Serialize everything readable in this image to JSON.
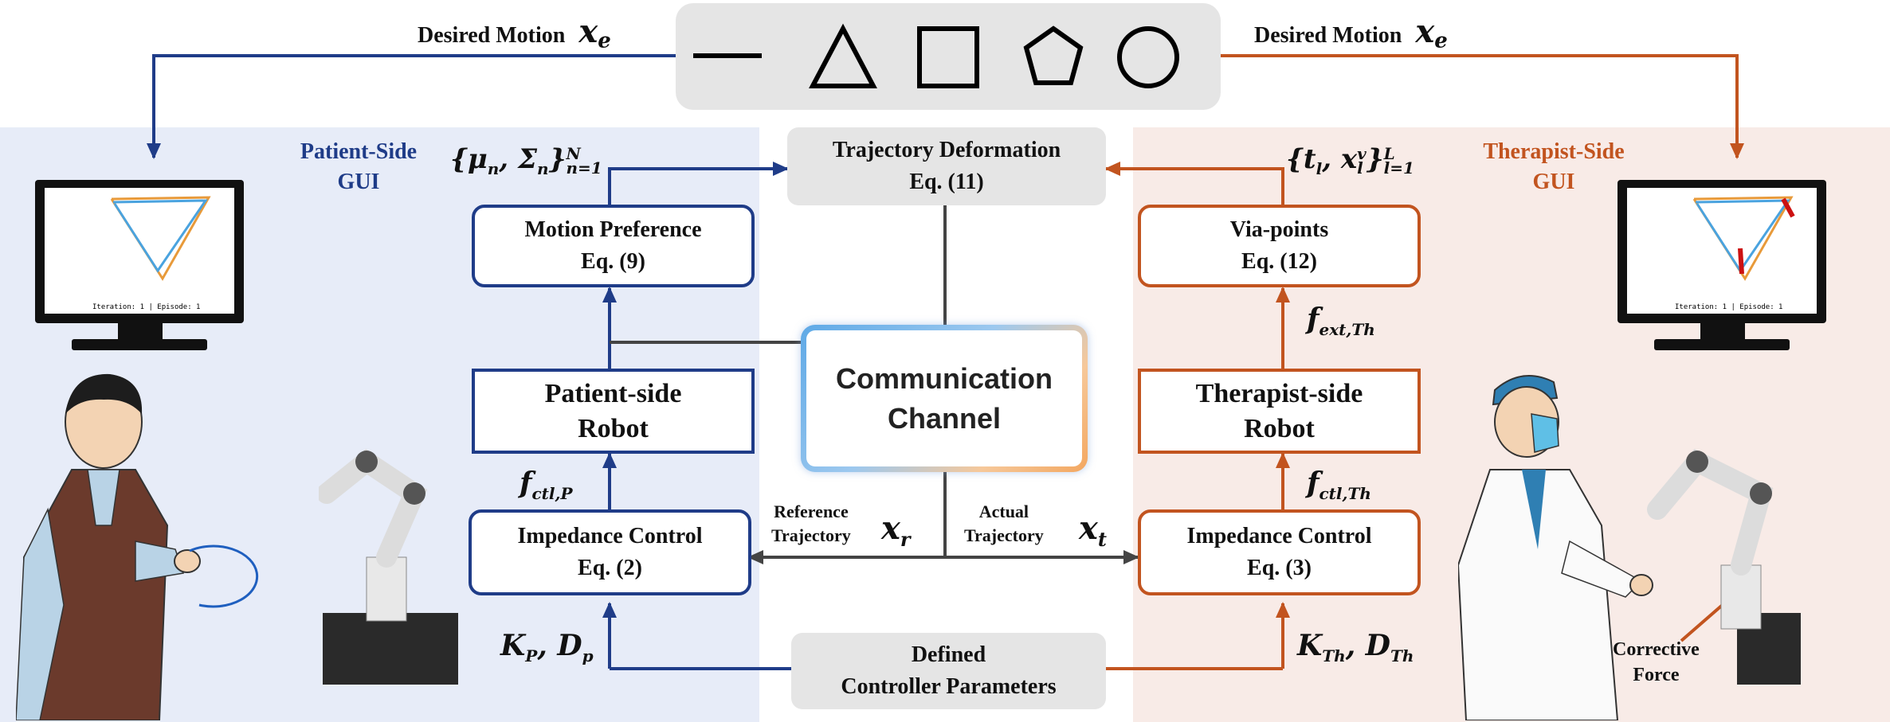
{
  "top": {
    "desired_motion_left": "Desired Motion",
    "desired_motion_right": "Desired Motion",
    "xe_symbol": "x",
    "xe_sub": "e",
    "shapes": [
      "line",
      "triangle",
      "square",
      "pentagon",
      "circle"
    ]
  },
  "patient_gui": {
    "title_line1": "Patient-Side",
    "title_line2": "GUI",
    "screen_caption": "Iteration: 1 | Episode: 1"
  },
  "therapist_gui": {
    "title_line1": "Therapist-Side",
    "title_line2": "GUI",
    "screen_caption": "Iteration: 1 | Episode: 1"
  },
  "trajectory_deformation": {
    "line1": "Trajectory Deformation",
    "line2": "Eq. (11)"
  },
  "motion_preference": {
    "line1": "Motion Preference",
    "line2": "Eq. (9)"
  },
  "via_points": {
    "line1": "Via-points",
    "line2": "Eq. (12)"
  },
  "patient_robot": {
    "line1": "Patient-side",
    "line2": "Robot"
  },
  "therapist_robot": {
    "line1": "Therapist-side",
    "line2": "Robot"
  },
  "impedance_left": {
    "line1": "Impedance Control",
    "line2": "Eq. (2)"
  },
  "impedance_right": {
    "line1": "Impedance Control",
    "line2": "Eq. (3)"
  },
  "communication": {
    "line1": "Communication",
    "line2": "Channel"
  },
  "defined_params": {
    "line1": "Defined",
    "line2": "Controller Parameters"
  },
  "reference_traj": {
    "line1": "Reference",
    "line2": "Trajectory",
    "sym": "x",
    "sub": "r"
  },
  "actual_traj": {
    "line1": "Actual",
    "line2": "Trajectory",
    "sym": "x",
    "sub": "t"
  },
  "math": {
    "mu_sigma": "{μ",
    "mu_sub": "n",
    "sigma": ", Σ",
    "sigma_sub": "n",
    "close": "}",
    "N": "N",
    "n1": "n=1",
    "tl": "{t",
    "tl_sub": "l",
    "xl": ", x",
    "xl_sup": "v",
    "xl_sub": "l",
    "close2": "}",
    "L": "L",
    "l1": "l=1",
    "f_ctl_p": "f",
    "f_ctl_p_sub": "ctl,P",
    "f_ctl_th": "f",
    "f_ctl_th_sub": "ctl,Th",
    "f_ext_th": "f",
    "f_ext_th_sub": "ext,Th",
    "kp": "K",
    "kp_sub": "P",
    "dp": ", D",
    "dp_sub": "p",
    "kth": "K",
    "kth_sub": "Th",
    "dth": ", D",
    "dth_sub": "Th"
  },
  "corrective_force": {
    "line1": "Corrective",
    "line2": "Force"
  },
  "colors": {
    "blue": "#1f3c88",
    "orange": "#c2541f",
    "gray_line": "#444444"
  }
}
